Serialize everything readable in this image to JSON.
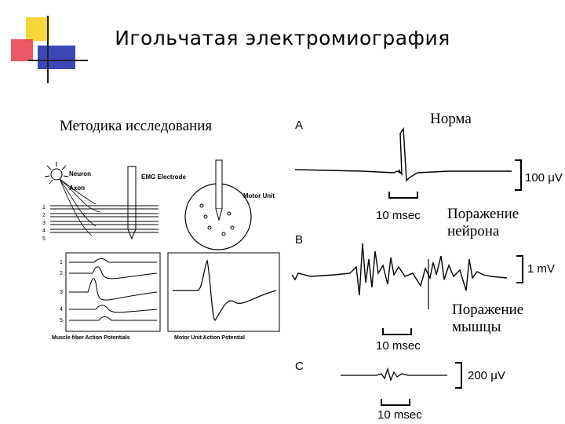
{
  "slide": {
    "title": "Игольчатая электромиография",
    "accent_colors": {
      "yellow": "#f5d63b",
      "red": "#e83a4a",
      "blue": "#3c47b8"
    }
  },
  "left_panel": {
    "heading": "Методика исследования",
    "labels": {
      "neuron": "Neuron",
      "axon": "Axon",
      "emg_electrode": "EMG Electrode",
      "motor_unit": "Motor Unit",
      "fiber_numbers": [
        "1",
        "2",
        "3",
        "4",
        "5"
      ],
      "muscle_fiber_caption": "Muscle fiber Action Potentials",
      "motor_unit_caption": "Motor Unit Action Potential"
    }
  },
  "right_panel": {
    "traces": [
      {
        "letter": "A",
        "caption": "Норма",
        "time_scale": "10 msec",
        "amp_scale": "100 μV"
      },
      {
        "letter": "B",
        "caption": "Поражение нейрона",
        "time_scale": "10 msec",
        "amp_scale": "1 mV"
      },
      {
        "letter": "C",
        "caption": "Поражение мышцы",
        "time_scale": "10 msec",
        "amp_scale": "200 μV"
      }
    ]
  }
}
